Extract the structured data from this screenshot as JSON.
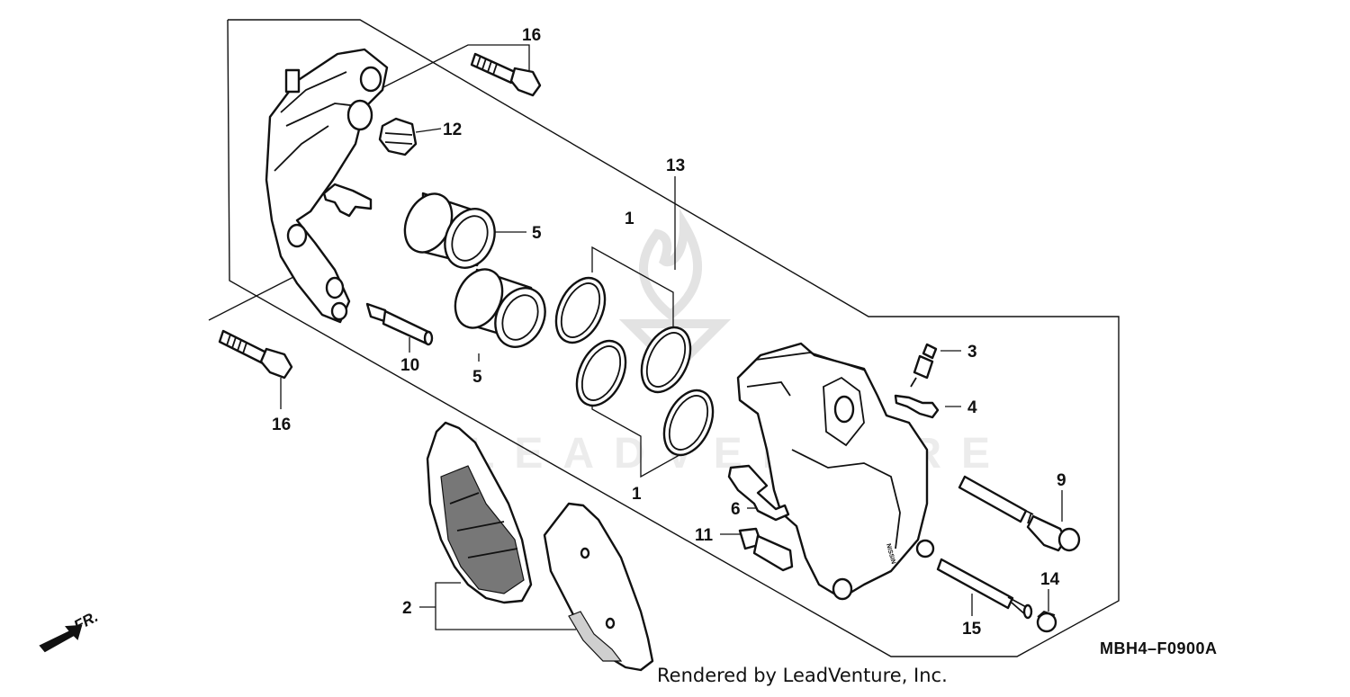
{
  "diagram": {
    "drawing_code": "MBH4–F0900A",
    "credit": "Rendered by LeadVenture, Inc.",
    "direction_label": "FR.",
    "caliper_stamp": "NISSIN",
    "watermark": "LEADVENTURE"
  },
  "callouts": [
    {
      "id": "c16a",
      "label": "16"
    },
    {
      "id": "c12",
      "label": "12"
    },
    {
      "id": "c13",
      "label": "13"
    },
    {
      "id": "c5a",
      "label": "5"
    },
    {
      "id": "c5b",
      "label": "5"
    },
    {
      "id": "c1a",
      "label": "1"
    },
    {
      "id": "c1b",
      "label": "1"
    },
    {
      "id": "c10",
      "label": "10"
    },
    {
      "id": "c16b",
      "label": "16"
    },
    {
      "id": "c3",
      "label": "3"
    },
    {
      "id": "c4",
      "label": "4"
    },
    {
      "id": "c9",
      "label": "9"
    },
    {
      "id": "c6",
      "label": "6"
    },
    {
      "id": "c11",
      "label": "11"
    },
    {
      "id": "c14",
      "label": "14"
    },
    {
      "id": "c15",
      "label": "15"
    },
    {
      "id": "c2",
      "label": "2"
    }
  ]
}
